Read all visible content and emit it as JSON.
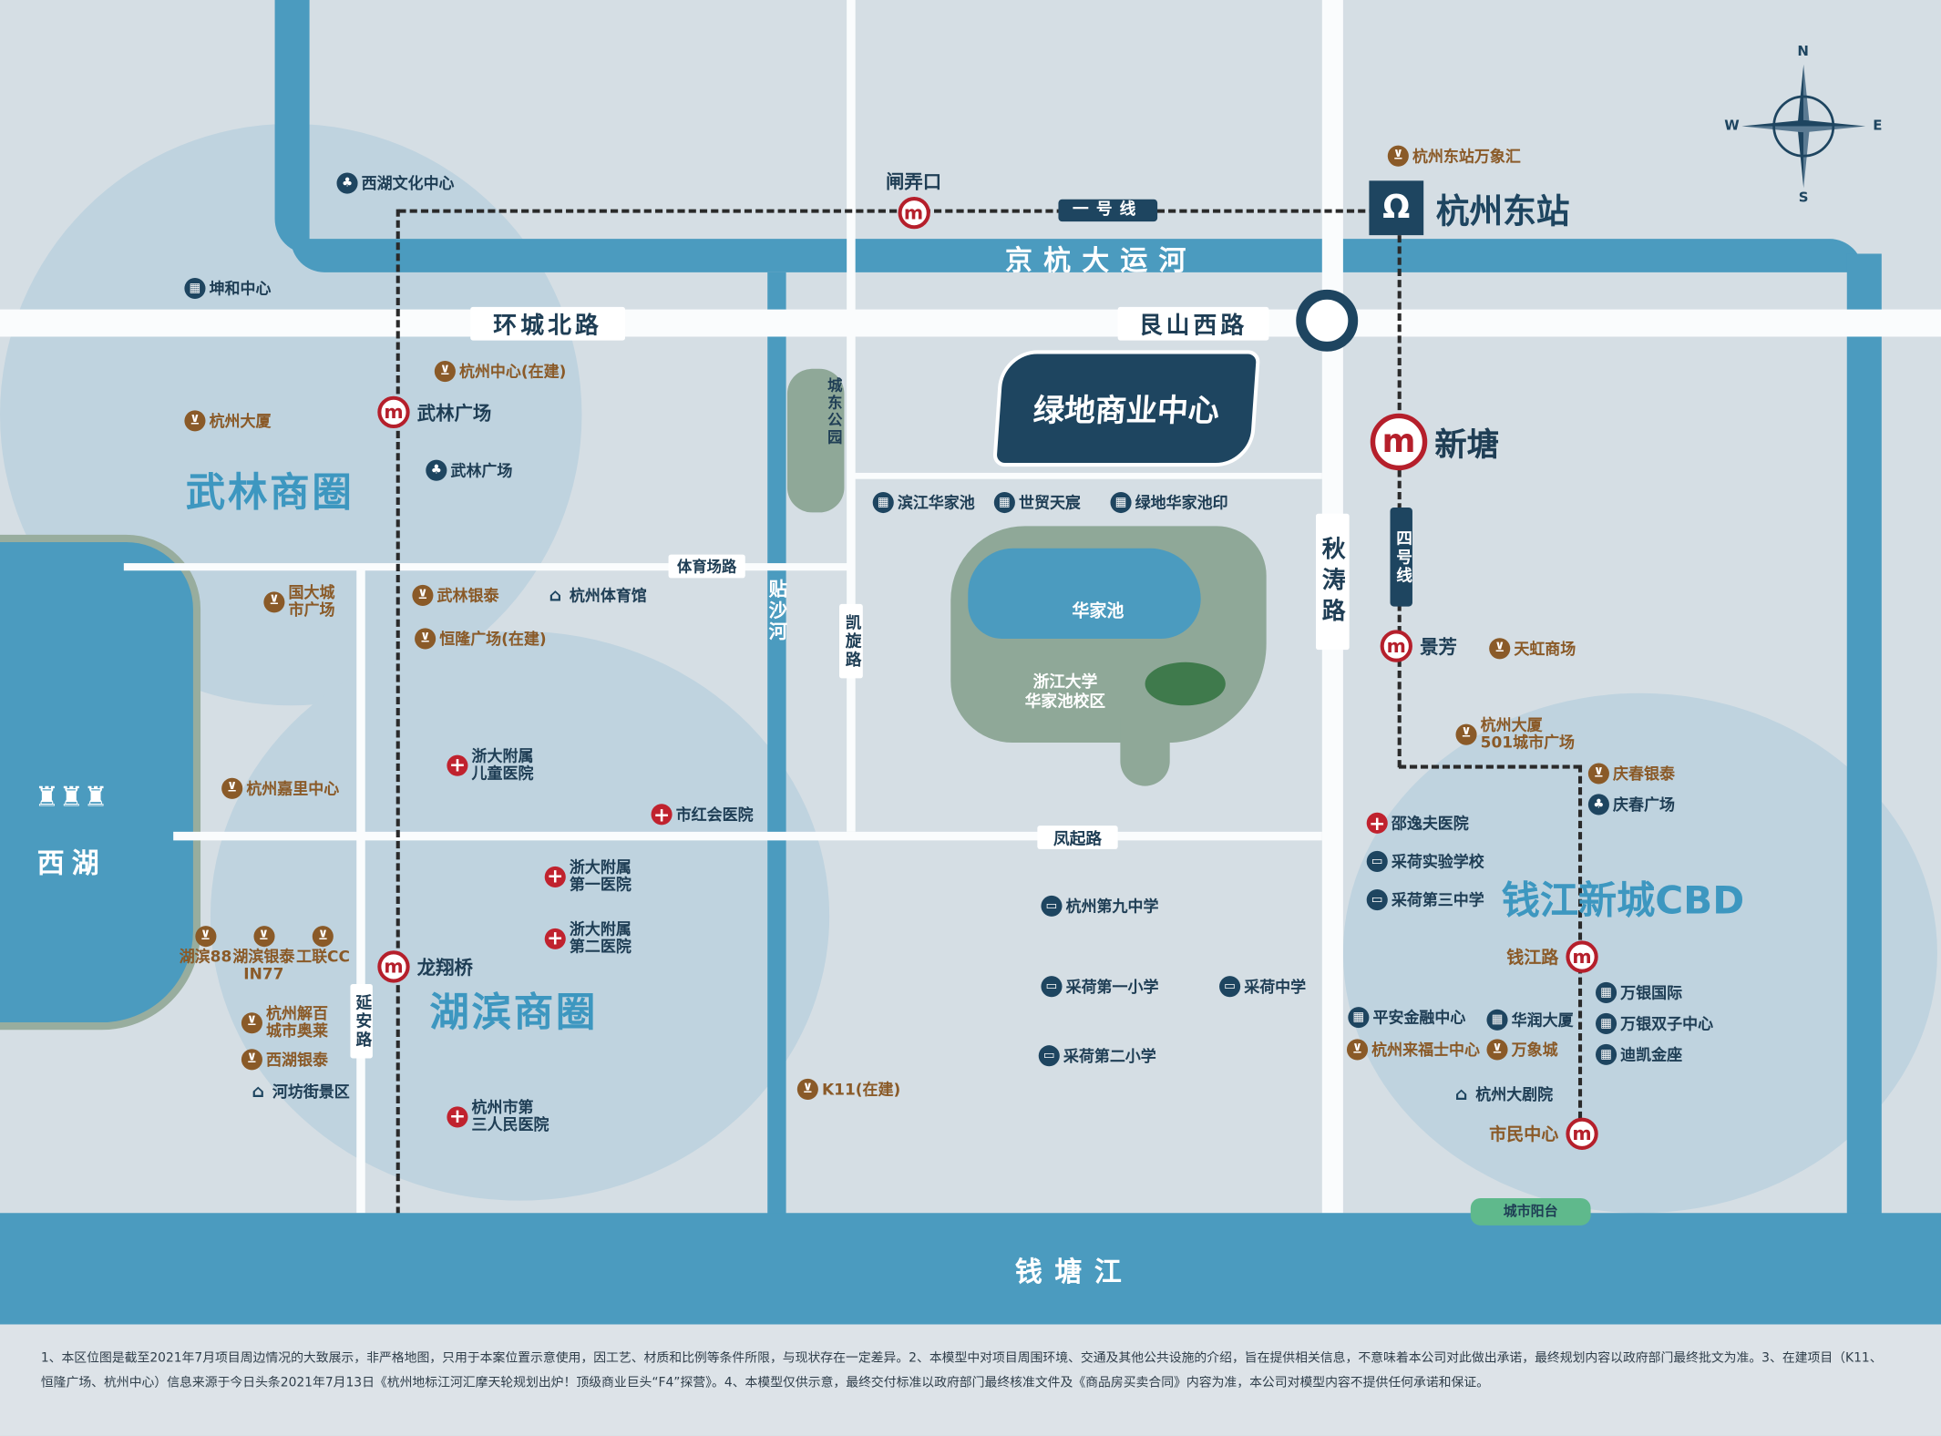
{
  "colors": {
    "river": "#4b9bbf",
    "road": "#fafcfd",
    "metro": "#b51f2b",
    "navy": "#1e4560",
    "mall": "#8a5a28",
    "district": "#3d97c0"
  },
  "districts": {
    "wulin": "武林商圈",
    "hubin": "湖滨商圈",
    "cbd": "钱江新城CBD",
    "xihu": "西湖"
  },
  "roads": {
    "huancheng": "环城北路",
    "genshan": "艮山西路",
    "tiyuchang": "体育场路",
    "fengqi": "凤起路",
    "qiutao": "秋涛路",
    "kaixuan": "凯旋路",
    "yanan": "延安路"
  },
  "water": {
    "canal": "京杭大运河",
    "tiesha": "贴沙河",
    "qiantang": "钱塘江",
    "chengdong": "城东公园",
    "huajiachi": "华家池"
  },
  "lines": {
    "line1": "一号线",
    "line4": "四号线"
  },
  "project": {
    "name": "绿地商业中心"
  },
  "campus": "浙江大学\n华家池校区",
  "east_station": "杭州东站",
  "city_balcony": "城市阳台",
  "compass": {
    "n": "N",
    "s": "S",
    "e": "E",
    "w": "W"
  },
  "stations": [
    {
      "label": "闸弄口"
    },
    {
      "label": "武林广场"
    },
    {
      "label": "新塘"
    },
    {
      "label": "景芳"
    },
    {
      "label": "钱江路"
    },
    {
      "label": "龙翔桥"
    },
    {
      "label": "市民中心"
    }
  ],
  "pois": [
    {
      "label": "西湖文化中心",
      "type": "park"
    },
    {
      "label": "坤和中心",
      "type": "office"
    },
    {
      "label": "杭州中心(在建)",
      "type": "mall"
    },
    {
      "label": "杭州大厦",
      "type": "mall"
    },
    {
      "label": "武林广场",
      "type": "park"
    },
    {
      "label": "滨江华家池",
      "type": "office"
    },
    {
      "label": "世贸天宸",
      "type": "office"
    },
    {
      "label": "绿地华家池印",
      "type": "office"
    },
    {
      "label": "武林银泰",
      "type": "mall"
    },
    {
      "label": "杭州体育馆",
      "type": "culture"
    },
    {
      "label": "国大城\n市广场",
      "type": "mall"
    },
    {
      "label": "恒隆广场(在建)",
      "type": "mall"
    },
    {
      "label": "浙大附属\n儿童医院",
      "type": "hospital"
    },
    {
      "label": "市红会医院",
      "type": "hospital"
    },
    {
      "label": "杭州嘉里中心",
      "type": "mall"
    },
    {
      "label": "浙大附属\n第一医院",
      "type": "hospital"
    },
    {
      "label": "浙大附属\n第二医院",
      "type": "hospital"
    },
    {
      "label": "湖滨88",
      "type": "mall"
    },
    {
      "label": "湖滨银泰\nIN77",
      "type": "mall"
    },
    {
      "label": "工联CC",
      "type": "mall"
    },
    {
      "label": "杭州解百\n城市奥莱",
      "type": "mall"
    },
    {
      "label": "西湖银泰",
      "type": "mall"
    },
    {
      "label": "河坊街景区",
      "type": "culture"
    },
    {
      "label": "杭州市第\n三人民医院",
      "type": "hospital"
    },
    {
      "label": "K11(在建)",
      "type": "mall"
    },
    {
      "label": "杭州第九中学",
      "type": "school"
    },
    {
      "label": "采荷第一小学",
      "type": "school"
    },
    {
      "label": "采荷中学",
      "type": "school"
    },
    {
      "label": "采荷第二小学",
      "type": "school"
    },
    {
      "label": "杭州东站万象汇",
      "type": "mall"
    },
    {
      "label": "天虹商场",
      "type": "mall"
    },
    {
      "label": "杭州大厦\n501城市广场",
      "type": "mall"
    },
    {
      "label": "庆春银泰",
      "type": "mall"
    },
    {
      "label": "庆春广场",
      "type": "park"
    },
    {
      "label": "邵逸夫医院",
      "type": "hospital"
    },
    {
      "label": "采荷实验学校",
      "type": "school"
    },
    {
      "label": "采荷第三中学",
      "type": "school"
    },
    {
      "label": "万银国际",
      "type": "office"
    },
    {
      "label": "万银双子中心",
      "type": "office"
    },
    {
      "label": "迪凯金座",
      "type": "office"
    },
    {
      "label": "平安金融中心",
      "type": "office"
    },
    {
      "label": "华润大厦",
      "type": "office"
    },
    {
      "label": "杭州来福士中心",
      "type": "mall"
    },
    {
      "label": "万象城",
      "type": "mall"
    },
    {
      "label": "杭州大剧院",
      "type": "culture"
    }
  ],
  "disclaimer": "1、本区位图是截至2021年7月项目周边情况的大致展示，非严格地图，只用于本案位置示意使用，因工艺、材质和比例等条件所限，与现状存在一定差异。2、本模型中对项目周围环境、交通及其他公共设施的介绍，旨在提供相关信息，不意味着本公司对此做出承诺，最终规划内容以政府部门最终批文为准。3、在建项目（K11、恒隆广场、杭州中心）信息来源于今日头条2021年7月13日《杭州地标江河汇摩天轮规划出炉！顶级商业巨头“F4”探营》。4、本模型仅供示意，最终交付标准以政府部门最终核准文件及《商品房买卖合同》内容为准，本公司对模型内容不提供任何承诺和保证。"
}
